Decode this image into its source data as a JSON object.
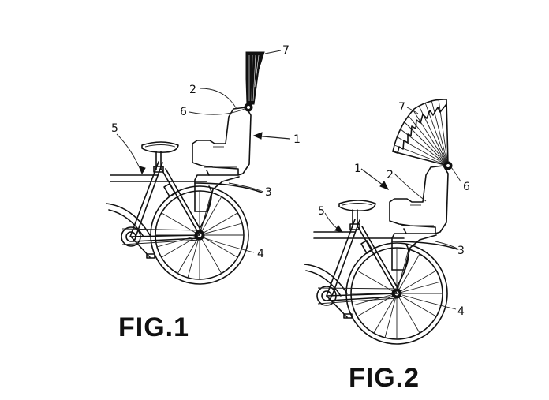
{
  "figures": [
    {
      "label": "FIG.1",
      "refs": [
        "1",
        "2",
        "3",
        "4",
        "5",
        "6",
        "7"
      ]
    },
    {
      "label": "FIG.2",
      "refs": [
        "1",
        "2",
        "3",
        "4",
        "5",
        "6",
        "7"
      ]
    }
  ]
}
